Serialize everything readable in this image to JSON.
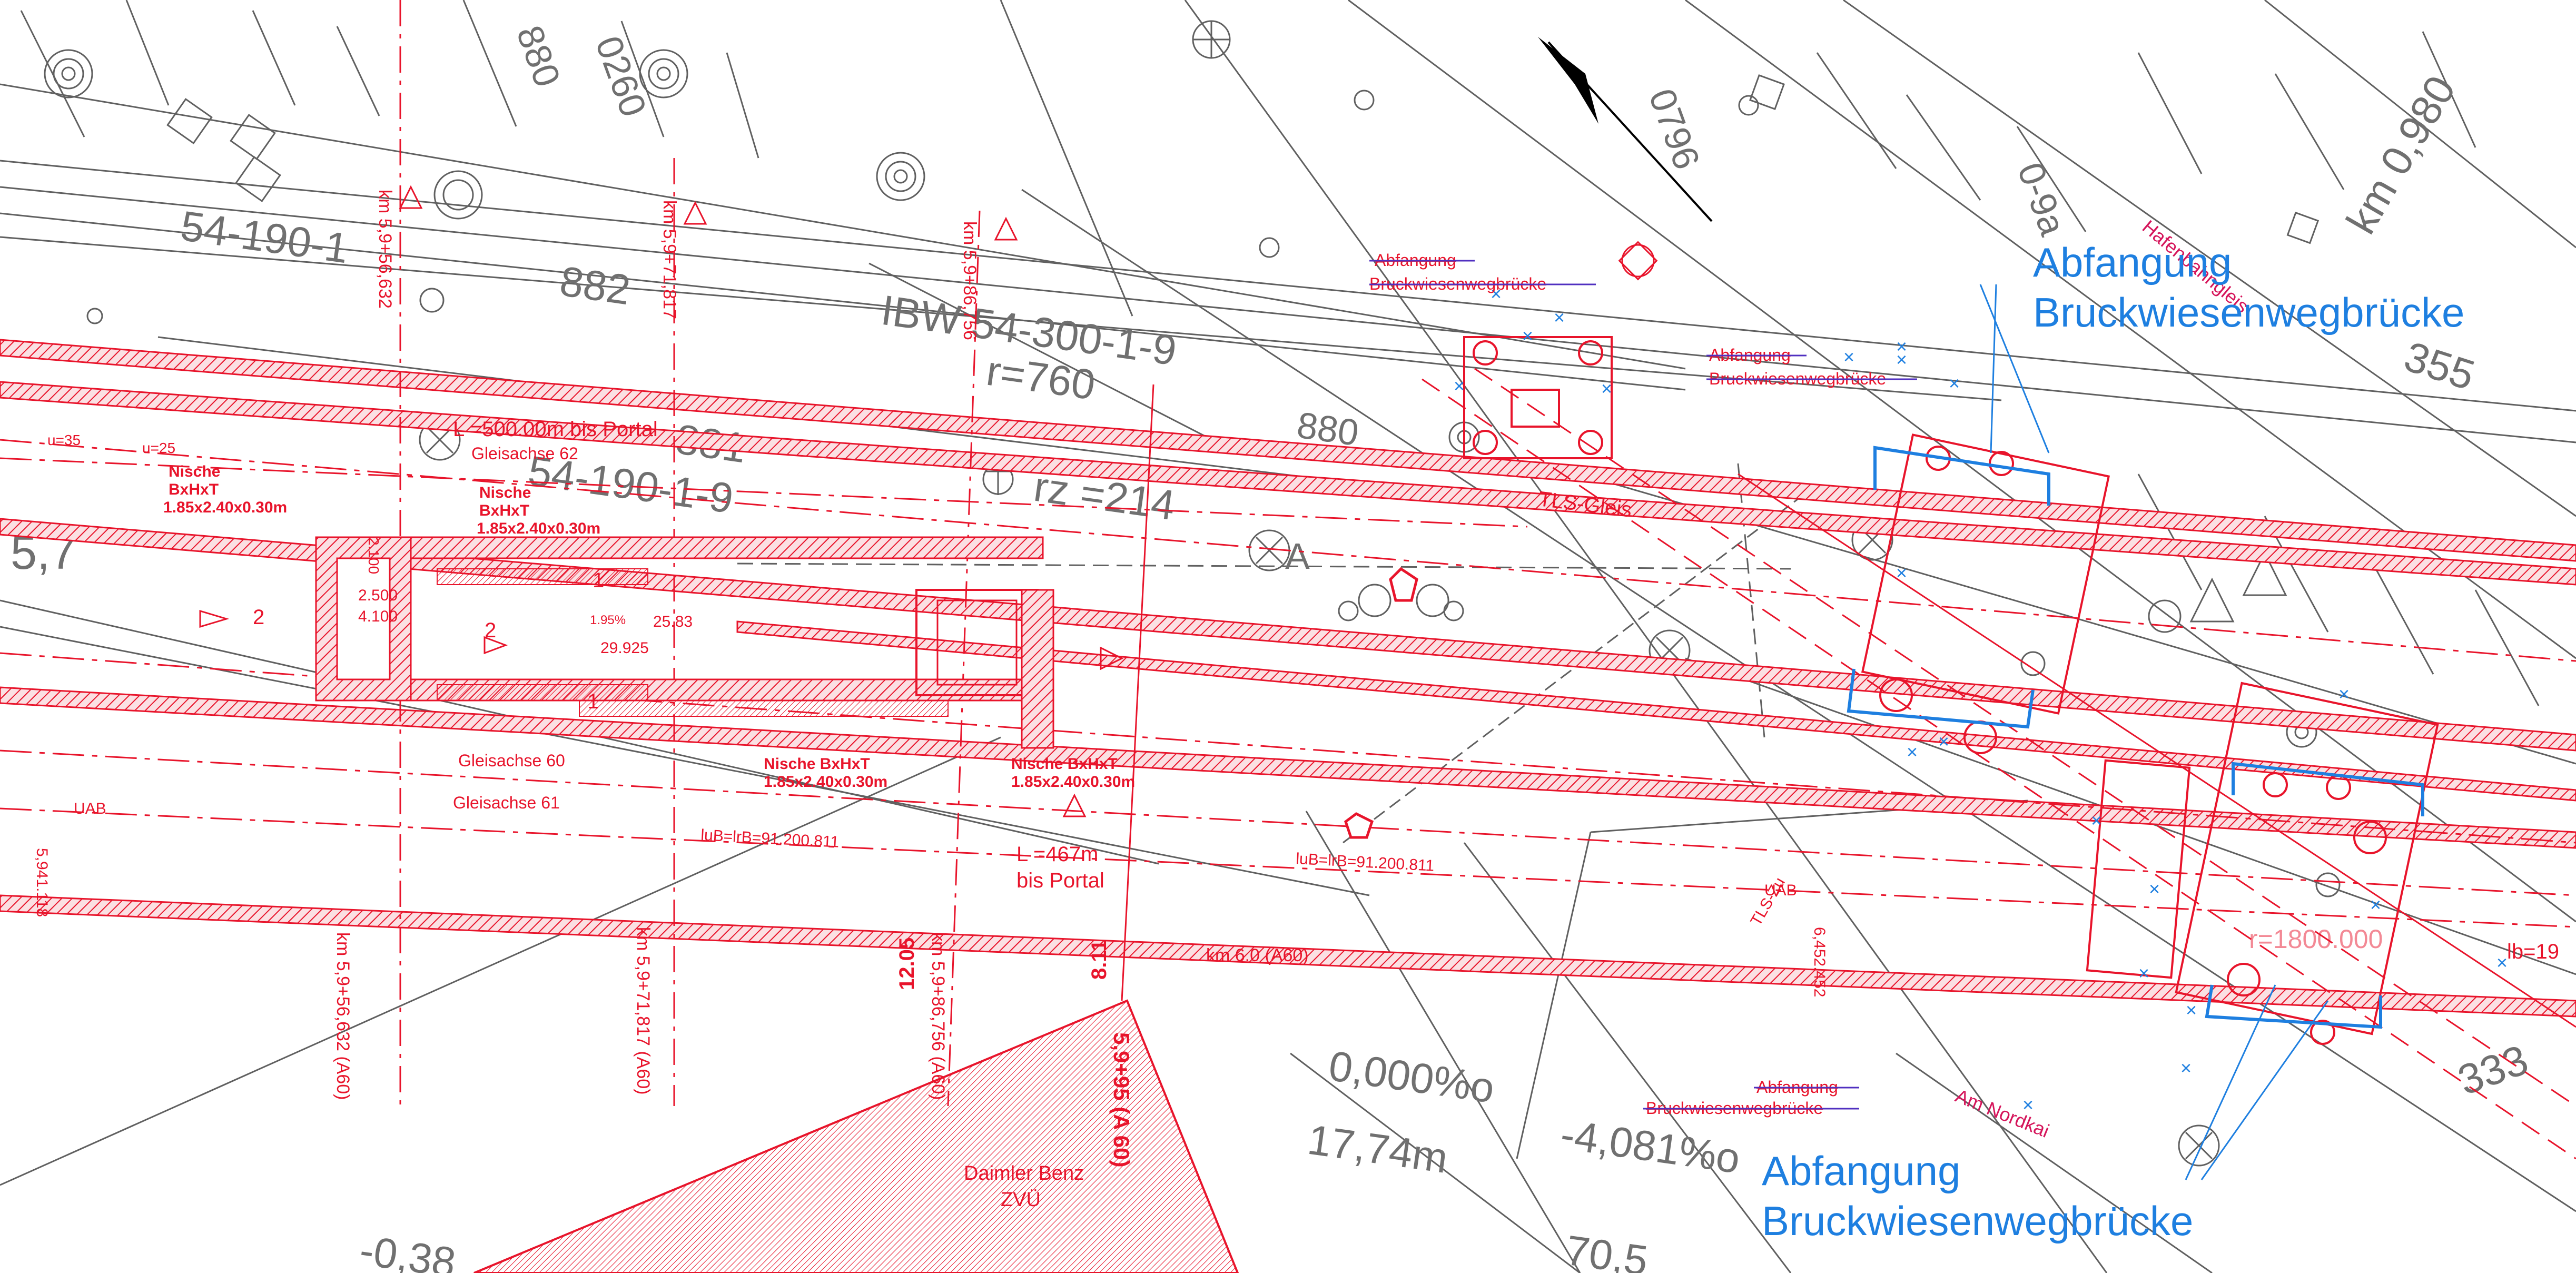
{
  "colors": {
    "red": "#e8142b",
    "blue": "#1e7fe0",
    "gray": "#606060",
    "magenta": "#d5145a",
    "black": "#000000"
  },
  "labels": {
    "abfangung_top": [
      "Abfangung",
      "Bruckwiesenwegbrücke"
    ],
    "abfangung_bottom": [
      "Abfangung",
      "Bruckwiesenwegbrücke"
    ],
    "abfangung_strike1": [
      "Abfangung",
      "Bruckwiesenwegbrücke"
    ],
    "abfangung_strike2": [
      "Abfangung",
      "Bruckwiesenwegbrücke"
    ],
    "abfangung_strike3": [
      "Abfangung",
      "Bruckwiesenwegbrücke"
    ],
    "km_556": "km 5,9+56,632",
    "km_571": "km 5,9+71,817",
    "km_586": "km 5,9+86,756",
    "km_556_a60": "km 5,9+56,632 (A60)",
    "km_571_a60": "km 5,9+71,817 (A60)",
    "km_586_a60": "km 5,9+86,756 (A60)",
    "km_595_a60": "5,9+95 (A 60)",
    "km_60_a60": "km 6.0 (A60)",
    "l500": "L =500.00m  bis Portal",
    "l467a": "L =467m",
    "l467b": "bis Portal",
    "gleis62": "Gleisachse 62",
    "gleis60": "Gleisachse 60",
    "gleis61": "Gleisachse 61",
    "tls_gleis": "TLS-Gleis",
    "nische1": [
      "Nische",
      "BxHxT",
      "1.85x2.40x0.30m"
    ],
    "nische2": [
      "Nische",
      "BxHxT",
      "1.85x2.40x0.30m"
    ],
    "nische3": [
      "Nische BxHxT",
      "1.85x2.40x0.30m"
    ],
    "nische4": [
      "Nische BxHxT",
      "1.85x2.40x0.30m"
    ],
    "dim_2500": "2.500",
    "dim_4100": "4.100",
    "dim_2100": "2.100",
    "dim_2583": "25.83",
    "dim_29925": "29.925",
    "dim_195": "1.95%",
    "dim_1205": "12.05",
    "dim_811": "8.11",
    "num1a": "1",
    "num1b": "1",
    "num2a": "2",
    "num2b": "2",
    "lub1": "luB=lrB=91.200.811",
    "lub2": "luB=lrB=91.200.811",
    "uab1": "UAB",
    "uab2": "UAB",
    "km_5941": "5,941.118",
    "km_6452": "6,452.452",
    "daimler": [
      "Daimler Benz",
      "ZVÜ"
    ],
    "am_nordkai": "Am Nordkai",
    "hafenbahngleis": "Hafenbahngleis",
    "tls_zu": "TLS-Zu",
    "r1800": "r=1800.000",
    "u35": "u=35",
    "u25": "u=25",
    "lb19": "lb=19",
    "gray_54190_1": "54-190-1",
    "gray_882": "882",
    "gray_ibw": "IBW 54-300-1-9",
    "gray_r760": "r=760",
    "gray_881": "881",
    "gray_54190_19": "54-190-1-9",
    "gray_rz214": "rz =214",
    "gray_880": "880",
    "gray_A": "A",
    "gray_0000": "0,000%o",
    "gray_1774": "17,74m",
    "gray_4081": "-4,081%o",
    "gray_705": "70,5",
    "gray_0380": "-0,38",
    "gray_km0980": "km 0,980",
    "gray_355": "355",
    "gray_333": "333",
    "gray_09a": "0-9a",
    "gray_0796": "0796",
    "gray_880b": "880",
    "gray_0260": "0260",
    "gray_57": "5,7"
  }
}
